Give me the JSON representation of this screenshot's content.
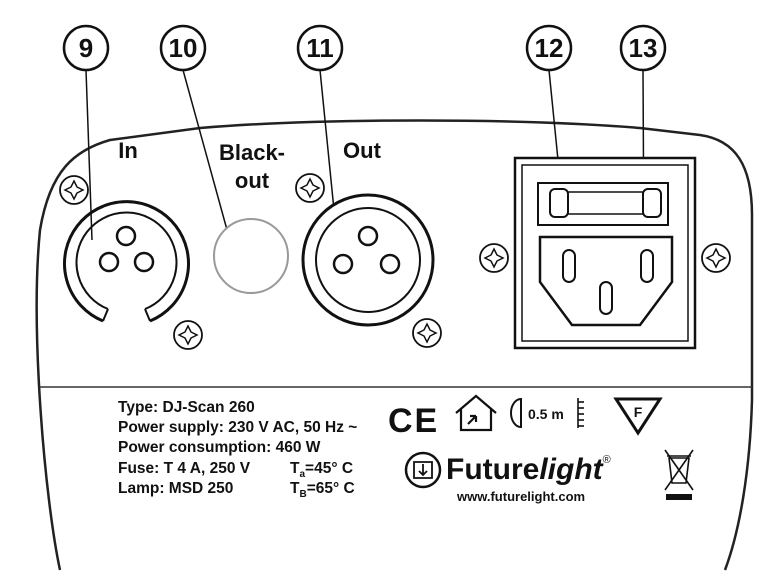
{
  "callouts": [
    {
      "id": "9",
      "label": "9"
    },
    {
      "id": "10",
      "label": "10"
    },
    {
      "id": "11",
      "label": "11"
    },
    {
      "id": "12",
      "label": "12"
    },
    {
      "id": "13",
      "label": "13"
    }
  ],
  "panel": {
    "in_label": "In",
    "blackout_label_line1": "Black-",
    "blackout_label_line2": "out",
    "out_label": "Out"
  },
  "specs": {
    "type": "Type: DJ-Scan 260",
    "power_supply": "Power supply: 230 V AC, 50 Hz ~",
    "power_consumption": "Power consumption: 460 W",
    "fuse": "Fuse: T 4 A, 250 V",
    "lamp": "Lamp: MSD 250",
    "ta_prefix": "T",
    "ta_sub": "a",
    "ta_value": "=45° C",
    "tb_prefix": "T",
    "tb_sub": "B",
    "tb_value": "=65° C"
  },
  "markings": {
    "ce": "CE",
    "distance": "0.5 m",
    "f_mark": "F"
  },
  "brand": {
    "name_regular": "Future",
    "name_italic": "light",
    "registered": "®",
    "url": "www.futurelight.com"
  }
}
